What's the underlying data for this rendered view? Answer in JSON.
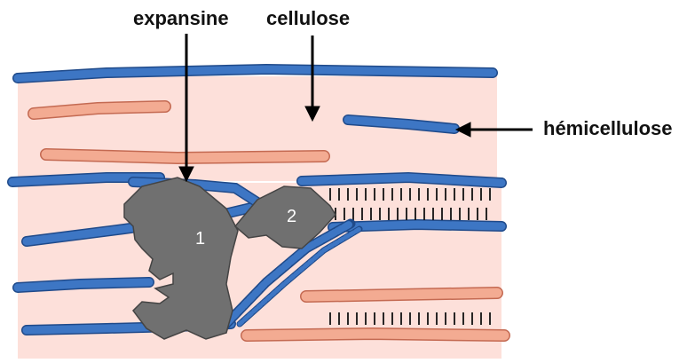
{
  "labels": {
    "expansine": "expansine",
    "cellulose": "cellulose",
    "hemicellulose": "hémicellulose"
  },
  "protein_domains": {
    "domain_1": "1",
    "domain_2": "2"
  },
  "colors": {
    "background_band": "#fde0da",
    "cellulose_microfibril": "#3d76c4",
    "cellulose_outline": "#1f4a8a",
    "hemicellulose_strand": "#f3ab92",
    "hemicellulose_outline": "#c46a52",
    "expansin_protein": "#707070",
    "hydrogen_bond_ticks": "#111111",
    "arrow": "#000000",
    "label_text": "#111111",
    "domain_number_text": "#ffffff"
  }
}
